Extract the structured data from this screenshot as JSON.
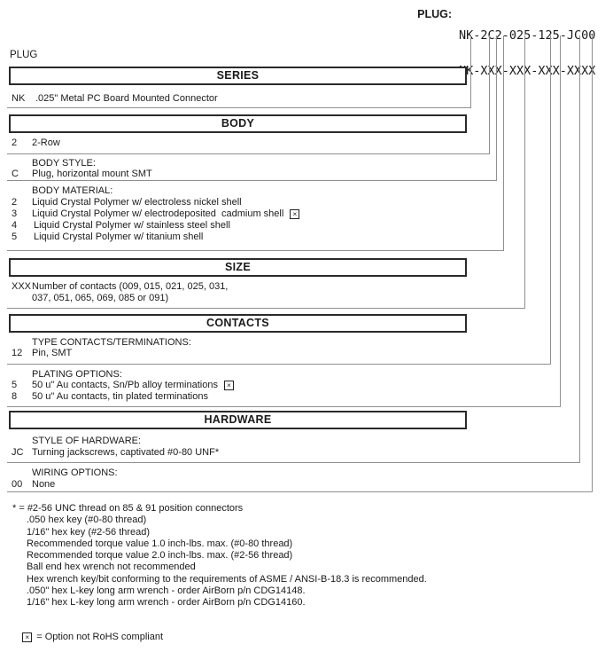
{
  "part_header": {
    "label": "PLUG:",
    "example": "NK-2C2-025-125-JC00",
    "mask": "NK-XXX-XXX-XXX-XXXX"
  },
  "diagram_label": "PLUG",
  "icons": {
    "not_rohs": "×"
  },
  "series": {
    "title": "SERIES",
    "code": "NK",
    "desc": ".025\" Metal PC Board Mounted Connector"
  },
  "body": {
    "title": "BODY",
    "row_code": "2",
    "row_desc": "2-Row",
    "style_label": "BODY STYLE:",
    "style_code": "C",
    "style_desc": "Plug, horizontal mount SMT",
    "material_label": "BODY MATERIAL:",
    "materials": [
      {
        "code": "2",
        "desc": "Liquid Crystal Polymer w/ electroless nickel shell"
      },
      {
        "code": "3",
        "desc": "Liquid Crystal Polymer w/ electrodeposited  cadmium shell"
      },
      {
        "code": "4",
        "desc": "Liquid Crystal Polymer w/ stainless steel shell"
      },
      {
        "code": "5",
        "desc": "Liquid Crystal Polymer w/ titanium shell"
      }
    ]
  },
  "size": {
    "title": "SIZE",
    "code": "XXX",
    "desc_line1": "Number of contacts (009, 015, 021, 025, 031,",
    "desc_line2": "037, 051, 065, 069, 085 or 091)"
  },
  "contacts": {
    "title": "CONTACTS",
    "type_label": "TYPE CONTACTS/TERMINATIONS:",
    "type_code": "12",
    "type_desc": "Pin, SMT",
    "plating_label": "PLATING OPTIONS:",
    "plating": [
      {
        "code": "5",
        "desc": "50 u\" Au contacts, Sn/Pb alloy terminations"
      },
      {
        "code": "8",
        "desc": "50 u\" Au contacts, tin plated terminations"
      }
    ]
  },
  "hardware": {
    "title": "HARDWARE",
    "style_label": "STYLE OF HARDWARE:",
    "style_code": "JC",
    "style_desc": "Turning jackscrews, captivated #0-80 UNF*",
    "wiring_label": "WIRING OPTIONS:",
    "wiring_code": "00",
    "wiring_desc": "None"
  },
  "footnotes": {
    "first": "* = #2-56 UNC thread on 85 & 91 position connectors",
    "lines": [
      ".050 hex key (#0-80 thread)",
      "1/16\" hex key (#2-56 thread)",
      "Recommended torque value 1.0 inch-lbs. max. (#0-80 thread)",
      "Recommended torque value 2.0 inch-lbs. max. (#2-56 thread)",
      "Ball end hex wrench not recommended",
      "Hex wrench key/bit conforming to the requirements of ASME / ANSI-B-18.3 is recommended.",
      ".050\" hex L-key long arm wrench - order AirBorn p/n CDG14148.",
      "1/16\" hex L-key long arm wrench - order AirBorn p/n CDG14160."
    ]
  },
  "rohs_note": "= Option not RoHS compliant"
}
